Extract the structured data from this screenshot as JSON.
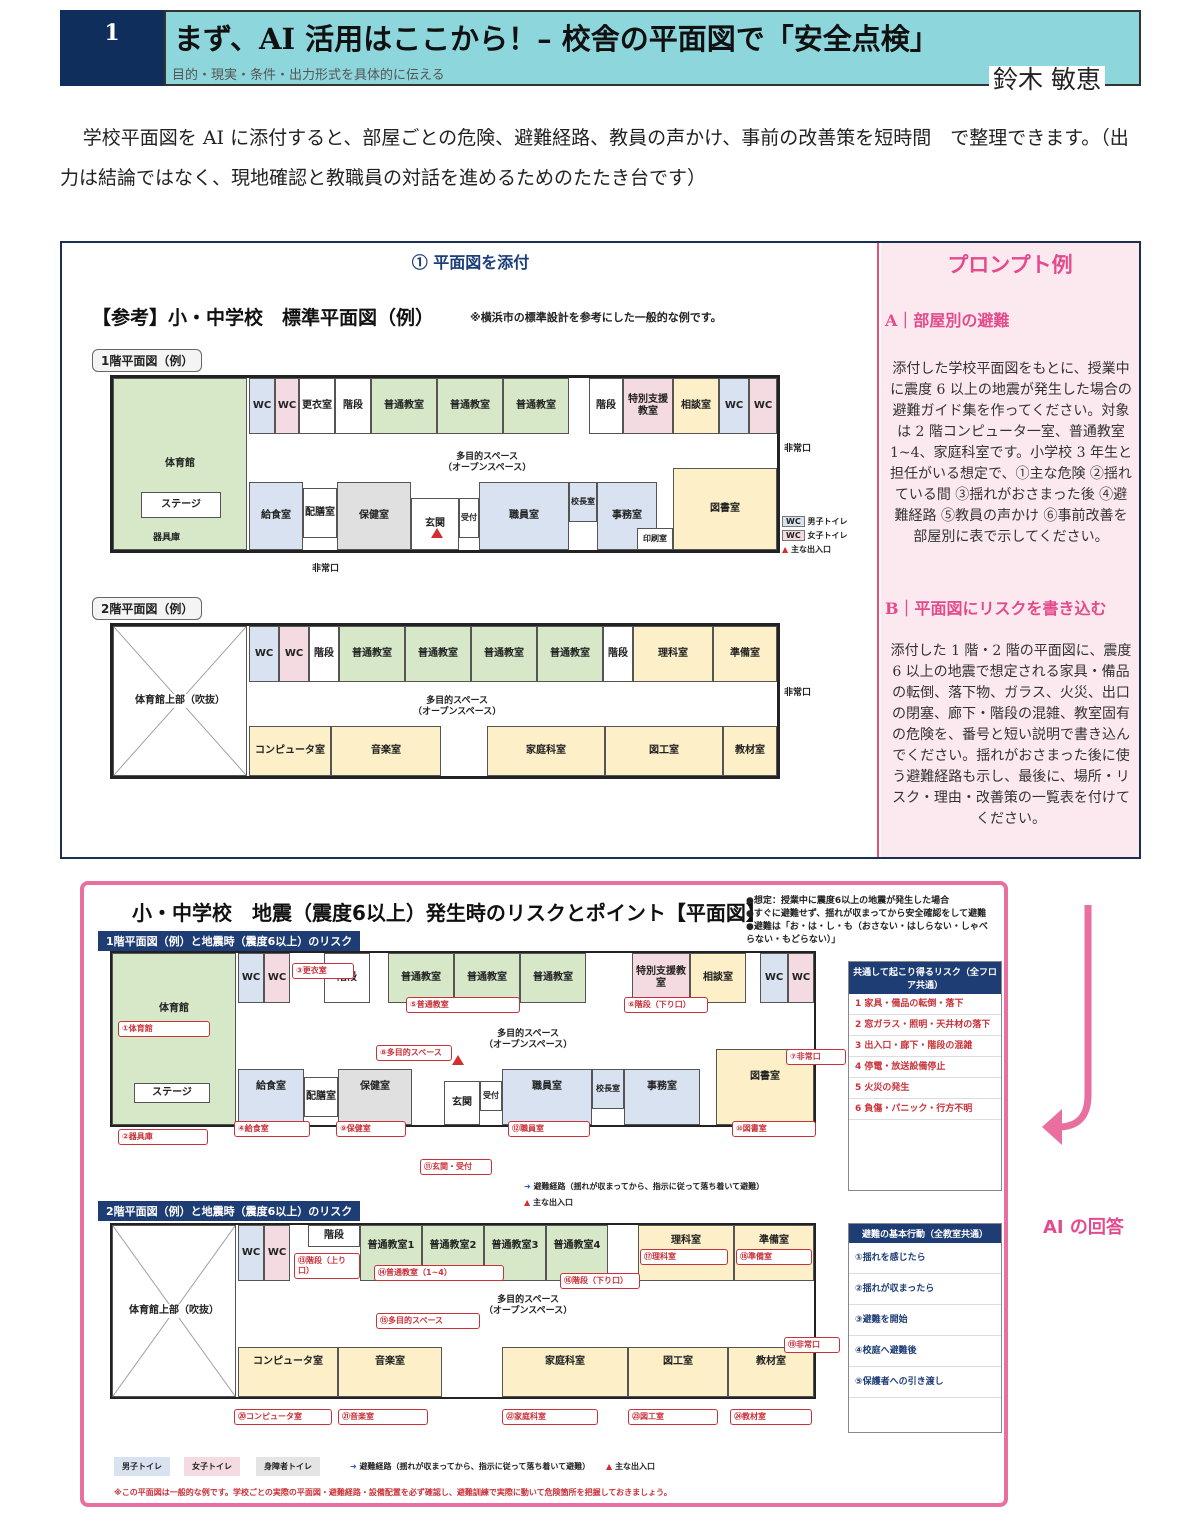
{
  "header": {
    "number": "1",
    "title": "まず、AI 活用はここから！– 校舎の平面図で「安全点検」",
    "subtitle": "目的・現実・条件・出力形式を具体的に伝える",
    "author": "鈴木 敏恵"
  },
  "intro": "学校平面図を AI に添付すると、部屋ごとの危険、避難経路、教員の声かけ、事前の改善策を短時間　で整理できます。（出力は結論ではなく、現地確認と教職員の対話を進めるためのたたき台です）",
  "plan": {
    "caption": "① 平面図を添付",
    "title": "【参考】小・中学校　標準平面図（例）",
    "note": "※横浜市の標準設計を参考にした一般的な例です。",
    "floor1_label": "1階平面図（例）",
    "floor2_label": "2階平面図（例）",
    "rooms1": {
      "gym": "体育館",
      "stage": "ステージ",
      "storage": "器具庫",
      "wc": "WC",
      "locker": "更衣室",
      "stairs": "階段",
      "class": "普通教室",
      "special": "特別支援教室",
      "consult": "相談室",
      "lunch": "給食室",
      "serve": "配膳室",
      "nurse": "保健室",
      "entrance": "玄関",
      "reception": "受付",
      "staff": "職員室",
      "principal": "校長室",
      "office": "事務室",
      "print": "印刷室",
      "library": "図書室",
      "space": "多目的スペース\n（オープンスペース）",
      "exit": "非常口"
    },
    "legend": {
      "male": "男子トイレ",
      "female": "女子トイレ",
      "main_exit": "主な出入口"
    },
    "rooms2": {
      "gym_upper": "体育館上部（吹抜）",
      "science": "理科室",
      "prep": "準備室",
      "computer": "コンピュータ室",
      "music": "音楽室",
      "homeec": "家庭科室",
      "art": "図工室",
      "material": "教材室"
    }
  },
  "prompt": {
    "title": "プロンプト例",
    "a_head": "A｜部屋別の避難",
    "a_body": "添付した学校平面図をもとに、授業中に震度 6 以上の地震が発生した場合の避難ガイド集を作ってください。対象は 2 階コンピュータ一室、普通教室 1~4、家庭科室です。小学校 3 年生と担任がいる想定で、①主な危険 ②揺れている間 ③揺れがおさまった後 ④避難経路 ⑤教員の声かけ ⑥事前改善を部屋別に表で示してください。",
    "b_head": "B｜平面図にリスクを書き込む",
    "b_body": "添付した 1 階・2 階の平面図に、震度 6 以上の地震で想定される家具・備品の転倒、落下物、ガラス、火災、出口の閉塞、廊下・階段の混雑、教室固有の危険を、番号と短い説明で書き込んでください。揺れがおさまった後に使う避難経路も示し、最後に、場所・リスク・理由・改善策の一覧表を付けてください。"
  },
  "answer": {
    "label": "AI の回答",
    "title": "小・中学校　地震（震度6以上）発生時のリスクとポイント【平面図】",
    "notes": [
      "●想定：授業中に震度6以上の地震が発生した場合",
      "●すぐに避難せず、揺れが収まってから安全確認をして避難",
      "●避難は「お・は・し・も（おさない・はしらない・しゃべらない・もどらない）」"
    ],
    "f1_label": "1階平面図（例）と地震時（震度6以上）のリスク",
    "f2_label": "2階平面図（例）と地震時（震度6以上）のリスク",
    "risks1": [
      "①体育館",
      "②器具庫",
      "③更衣室",
      "④給食室",
      "⑤普通教室",
      "⑥階段（下り口）",
      "⑦非常口",
      "⑧多目的スペース",
      "⑨保健室",
      "⑩図書室",
      "⑪玄関・受付",
      "⑫職員室"
    ],
    "risks2": [
      "⑬階段（上り口）",
      "⑭普通教室（1~4）",
      "⑮多目的スペース",
      "⑯階段（下り口）",
      "⑰理科室",
      "⑱準備室",
      "⑲非常口",
      "⑳コンピュータ室",
      "㉑音楽室",
      "㉒家庭科室",
      "㉓図工室",
      "㉔教材室"
    ],
    "classes2": [
      "普通教室1",
      "普通教室2",
      "普通教室3",
      "普通教室4"
    ],
    "common_head": "共通して起こり得るリスク（全フロア共通）",
    "common": [
      "1 家具・備品の転倒・落下",
      "2 窓ガラス・照明・天井材の落下",
      "3 出入口・廊下・階段の混雑",
      "4 停電・放送設備停止",
      "5 火災の発生",
      "6 負傷・パニック・行方不明"
    ],
    "basic_head": "避難の基本行動（全教室共通）",
    "basic": [
      "①揺れを感じたら",
      "②揺れが収まったら",
      "③避難を開始",
      "④校庭へ避難後",
      "⑤保護者への引き渡し"
    ],
    "route": "避難経路（揺れが収まってから、指示に従って落ち着いて避難）",
    "main_exit": "主な出入口",
    "legend": [
      "男子トイレ",
      "女子トイレ",
      "身障者トイレ"
    ],
    "footer": "※この平面図は一般的な例です。学校ごとの実際の平面図・避難経路・設備配置を必ず確認し、避難訓練で実際に動いて危険箇所を把握しておきましょう。"
  }
}
